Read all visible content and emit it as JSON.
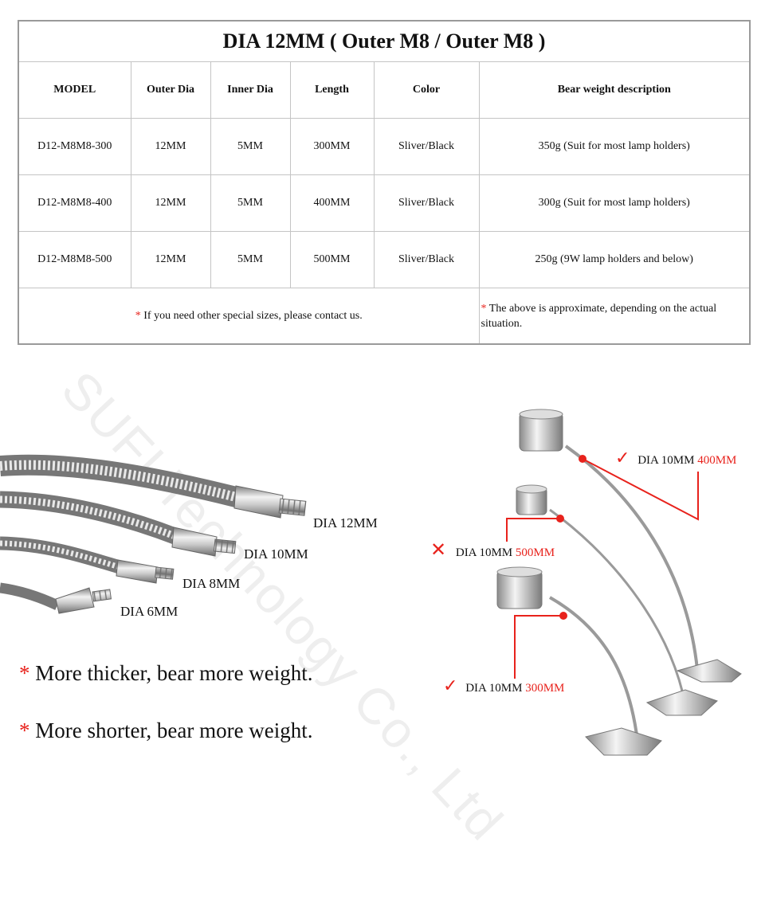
{
  "table": {
    "title": "DIA 12MM  ( Outer M8 / Outer M8 )",
    "headers": [
      "MODEL",
      "Outer Dia",
      "Inner Dia",
      "Length",
      "Color",
      "Bear weight description"
    ],
    "rows": [
      [
        "D12-M8M8-300",
        "12MM",
        "5MM",
        "300MM",
        "Sliver/Black",
        "350g (Suit for most lamp holders)"
      ],
      [
        "D12-M8M8-400",
        "12MM",
        "5MM",
        "400MM",
        "Sliver/Black",
        "300g (Suit for most lamp holders)"
      ],
      [
        "D12-M8M8-500",
        "12MM",
        "5MM",
        "500MM",
        "Sliver/Black",
        "250g (9W lamp holders and below)"
      ]
    ],
    "note_left": "If you need other special sizes, please contact us.",
    "note_right": "The above is approximate, depending on  the actual situation.",
    "asterisk": "*"
  },
  "watermark": "SUFI Technology Co., Ltd",
  "hoses": {
    "labels": [
      "DIA 12MM",
      "DIA 10MM",
      "DIA 8MM",
      "DIA 6MM"
    ]
  },
  "bullets": [
    "More thicker, bear more weight.",
    "More shorter, bear more weight."
  ],
  "lamps": [
    {
      "prefix": "DIA 10MM ",
      "length": "400MM",
      "mark": "✓"
    },
    {
      "prefix": "DIA 10MM ",
      "length": "500MM",
      "mark": "✕"
    },
    {
      "prefix": "DIA 10MM ",
      "length": "300MM",
      "mark": "✓"
    }
  ],
  "colors": {
    "accent": "#e8221c",
    "border": "#9a9a9a",
    "metal": "#bfbfbf"
  }
}
